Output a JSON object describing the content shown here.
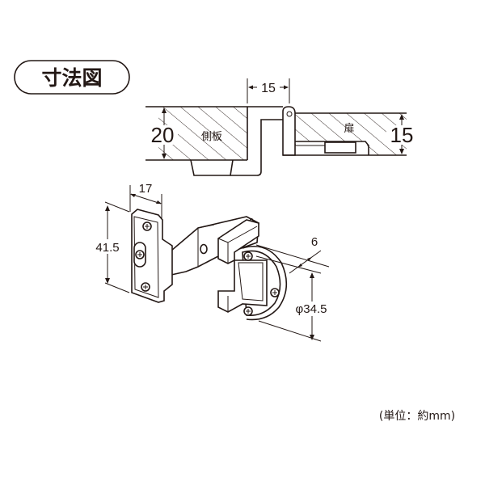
{
  "title": "寸法図",
  "section_view": {
    "side_panel_label": "側板",
    "door_label": "扉",
    "side_panel_thickness": "20",
    "door_thickness": "15",
    "offset": "15"
  },
  "hinge_view": {
    "plate_width": "17",
    "plate_height": "41.5",
    "cup_depth": "6",
    "cup_diameter": "φ34.5"
  },
  "unit_note": "(単位：約mm)"
}
